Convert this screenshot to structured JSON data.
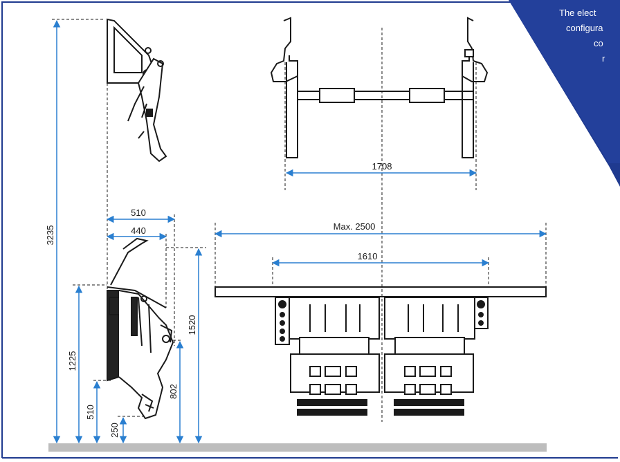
{
  "callout": {
    "lines": [
      "The elect",
      "",
      "configura",
      "co",
      "r"
    ],
    "color": "#1f3a8f"
  },
  "dimensions": {
    "height_total": "3235",
    "width_side_outer": "510",
    "width_side_inner": "440",
    "height_1225": "1225",
    "height_510": "510",
    "height_250": "250",
    "height_802": "802",
    "height_1520": "1520",
    "track_width": "1708",
    "max_width": "Max. 2500",
    "inner_width": "1610"
  },
  "colors": {
    "frame": "#1f3a8f",
    "dim_line": "#2a7fd0",
    "drawing": "#1a1a1a",
    "ground": "#bdbdbd"
  }
}
